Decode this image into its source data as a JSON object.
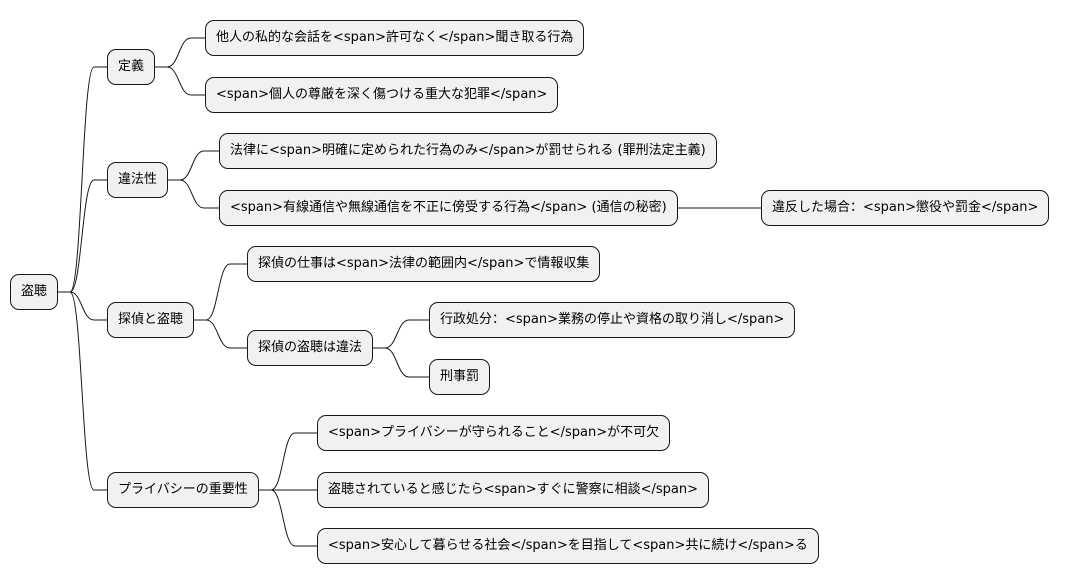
{
  "root": {
    "label": "盗聴"
  },
  "branches": [
    {
      "label": "定義",
      "children": [
        {
          "label": "他人の私的な会話を<span>許可なく</span>聞き取る行為"
        },
        {
          "label": "<span>個人の尊厳を深く傷つける重大な犯罪</span>"
        }
      ]
    },
    {
      "label": "違法性",
      "children": [
        {
          "label": "法律に<span>明確に定められた行為のみ</span>が罰せられる (罪刑法定主義)"
        },
        {
          "label": "<span>有線通信や無線通信を不正に傍受する行為</span> (通信の秘密)",
          "children": [
            {
              "label": "違反した場合：<span>懲役や罰金</span>"
            }
          ]
        }
      ]
    },
    {
      "label": "探偵と盗聴",
      "children": [
        {
          "label": "探偵の仕事は<span>法律の範囲内</span>で情報収集"
        },
        {
          "label": "探偵の盗聴は違法",
          "children": [
            {
              "label": "行政処分：<span>業務の停止や資格の取り消し</span>"
            },
            {
              "label": "刑事罰"
            }
          ]
        }
      ]
    },
    {
      "label": "プライバシーの重要性",
      "children": [
        {
          "label": "<span>プライバシーが守られること</span>が不可欠"
        },
        {
          "label": "盗聴されていると感じたら<span>すぐに警察に相談</span>"
        },
        {
          "label": "<span>安心して暮らせる社会</span>を目指して<span>共に続け</span>る"
        }
      ]
    }
  ]
}
